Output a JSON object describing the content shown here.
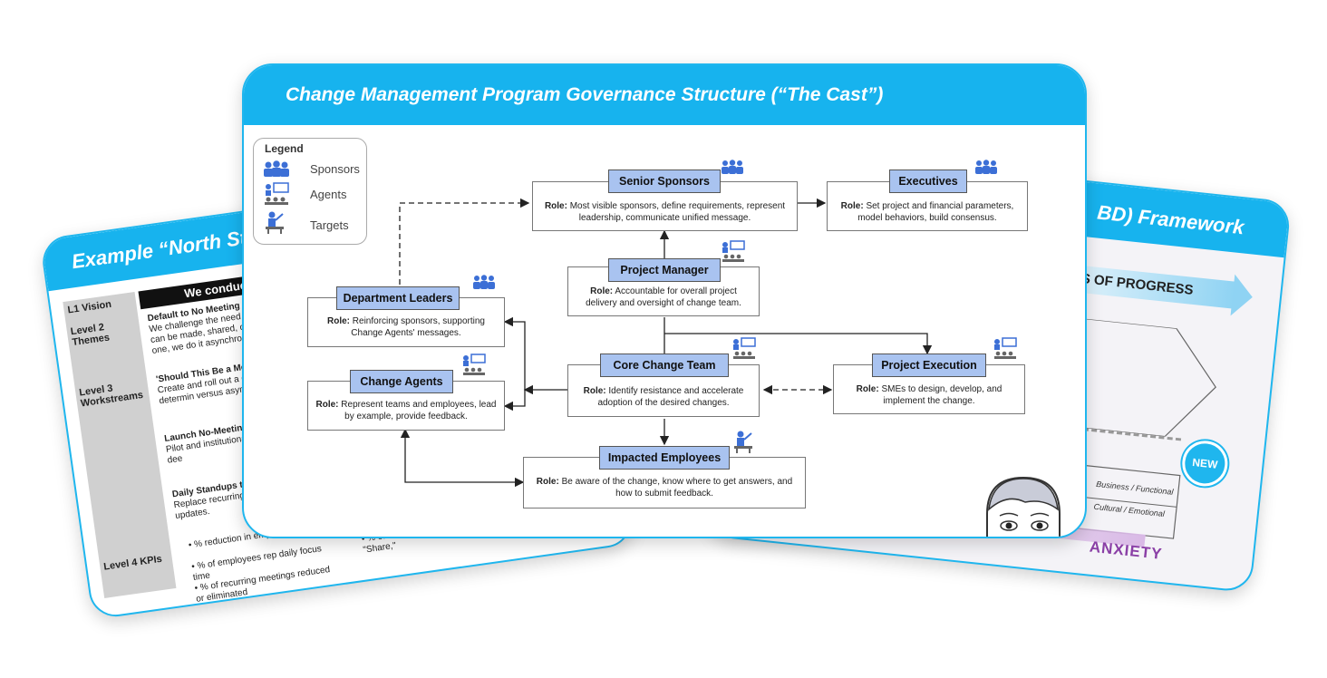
{
  "left_card": {
    "title": "Example “North St",
    "bar_text": "We conduc",
    "rows": [
      {
        "label": "L1 Vision"
      },
      {
        "label": "Level 2 Themes"
      },
      {
        "label": "Level 3 Workstreams"
      },
      {
        "label": "Level 4 KPIs"
      }
    ],
    "items": [
      {
        "heading": "Default to No Meeting",
        "text": "We challenge the need for If a decision can be made, shared, or a question ans one, we do it asynchrono"
      },
      {
        "heading": "'Should This Be a Meet",
        "text": "Create and roll out a de to help teams determin versus async."
      },
      {
        "heading": "Launch No-Meeting I",
        "text": "Pilot and institutionaliz blocks to protect dee"
      },
      {
        "heading": "Daily Standups to",
        "text": "Replace recurring s Slack, Teams, or d updates."
      }
    ],
    "kpis": [
      "% reduction in employee",
      "% of employees rep daily focus time",
      "% of recurring meetings reduced or eliminated"
    ],
    "extra": "% of meet \"Decide,\" \"Align,\" \"Share,\""
  },
  "right_card": {
    "title": "BD) Framework",
    "band": "ES OF PROGRESS",
    "new_badge": "NEW",
    "label1": "Business / Functional",
    "label2": "Cultural / Emotional",
    "anxiety": "ANXIETY"
  },
  "main_card": {
    "title": "Change Management Program Governance Structure (“The Cast”)",
    "legend": {
      "title": "Legend",
      "items": [
        {
          "label": "Sponsors",
          "icon": "sponsors-icon"
        },
        {
          "label": "Agents",
          "icon": "agents-icon"
        },
        {
          "label": "Targets",
          "icon": "targets-icon"
        }
      ]
    },
    "nodes": {
      "senior_sponsors": {
        "title": "Senior Sponsors",
        "role_label": "Role:",
        "role": "Most visible sponsors, define requirements, represent leadership, communicate unified message."
      },
      "executives": {
        "title": "Executives",
        "role_label": "Role:",
        "role": "Set project and financial parameters, model behaviors, build consensus."
      },
      "project_manager": {
        "title": "Project Manager",
        "role_label": "Role:",
        "role": "Accountable for overall project delivery and oversight of change team."
      },
      "department_leaders": {
        "title": "Department Leaders",
        "role_label": "Role:",
        "role": "Reinforcing sponsors, supporting Change Agents' messages."
      },
      "change_agents": {
        "title": "Change Agents",
        "role_label": "Role:",
        "role": "Represent teams and employees, lead by example, provide feedback."
      },
      "core_change_team": {
        "title": "Core Change Team",
        "role_label": "Role:",
        "role": "Identify resistance and accelerate adoption of the desired changes."
      },
      "project_execution": {
        "title": "Project Execution",
        "role_label": "Role:",
        "role": "SMEs to design, develop, and implement the change."
      },
      "impacted_employees": {
        "title": "Impacted Employees",
        "role_label": "Role:",
        "role": "Be aware of the change, know where to get answers, and how to submit feedback."
      }
    }
  },
  "colors": {
    "accent": "#17b3ee",
    "node_title": "#a9c3f0",
    "icon_blue": "#3c6fd6"
  }
}
